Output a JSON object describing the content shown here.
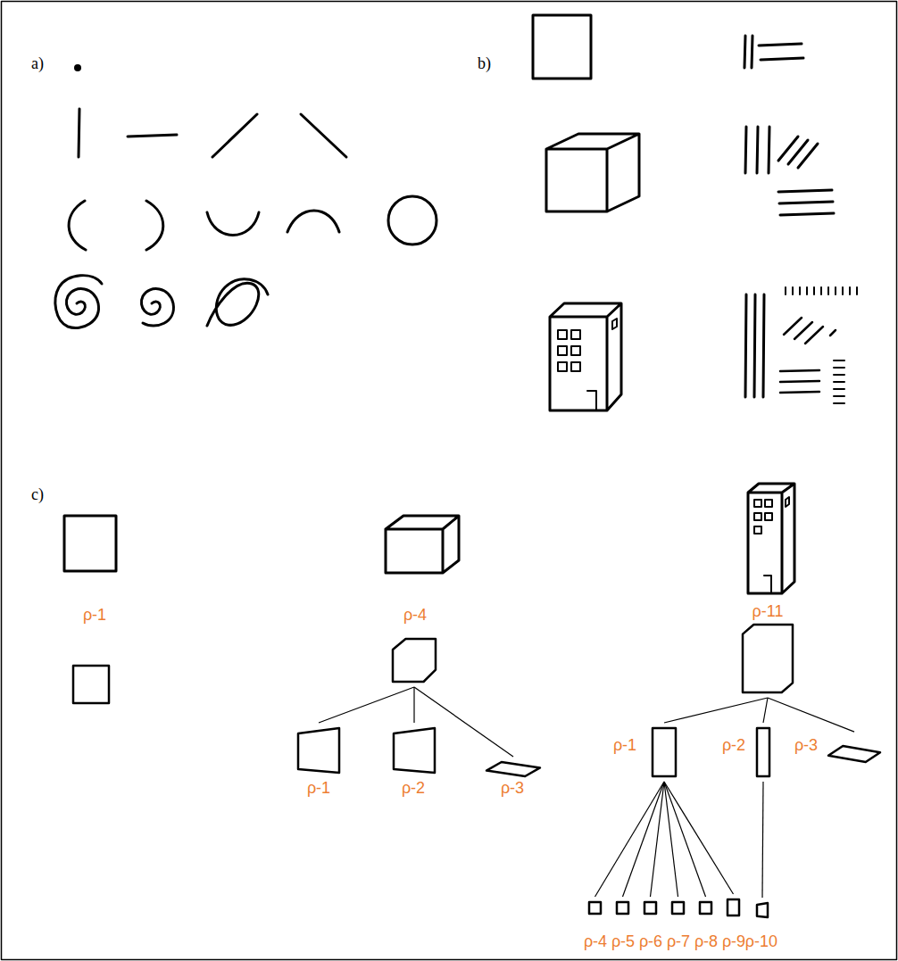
{
  "diagram": {
    "nodes": [
      {
        "text": [
          "ρ-1"
        ]
      },
      {
        "text": [
          "ρ-4"
        ]
      },
      {
        "text": [
          "ρ-1"
        ]
      },
      {
        "text": [
          "ρ-2"
        ]
      },
      {
        "text": [
          "ρ-3"
        ]
      },
      {
        "text": [
          "ρ-11"
        ]
      },
      {
        "text": [
          "ρ-1"
        ]
      },
      {
        "text": [
          "ρ-2"
        ]
      },
      {
        "text": [
          "ρ-3"
        ]
      },
      {
        "text": [
          "ρ-4"
        ]
      },
      {
        "text": [
          "ρ-5"
        ]
      },
      {
        "text": [
          "ρ-6"
        ]
      },
      {
        "text": [
          "ρ-7"
        ]
      },
      {
        "text": [
          "ρ-8"
        ]
      },
      {
        "text": [
          "ρ-9"
        ]
      },
      {
        "text": [
          "ρ-10"
        ]
      }
    ],
    "edges": [
      {
        "from": 1,
        "to": 2,
        "arrow": "none"
      },
      {
        "from": 1,
        "to": 3,
        "arrow": "none"
      },
      {
        "from": 1,
        "to": 4,
        "arrow": "none"
      },
      {
        "from": 5,
        "to": 6,
        "arrow": "none"
      },
      {
        "from": 5,
        "to": 7,
        "arrow": "none"
      },
      {
        "from": 5,
        "to": 8,
        "arrow": "none"
      },
      {
        "from": 6,
        "to": 9,
        "arrow": "none"
      },
      {
        "from": 6,
        "to": 10,
        "arrow": "none"
      },
      {
        "from": 6,
        "to": 11,
        "arrow": "none"
      },
      {
        "from": 6,
        "to": 12,
        "arrow": "none"
      },
      {
        "from": 6,
        "to": 13,
        "arrow": "none"
      },
      {
        "from": 6,
        "to": 14,
        "arrow": "none"
      },
      {
        "from": 7,
        "to": 15,
        "arrow": "none"
      }
    ],
    "labels": [
      "a)",
      "b)",
      "c)"
    ]
  }
}
